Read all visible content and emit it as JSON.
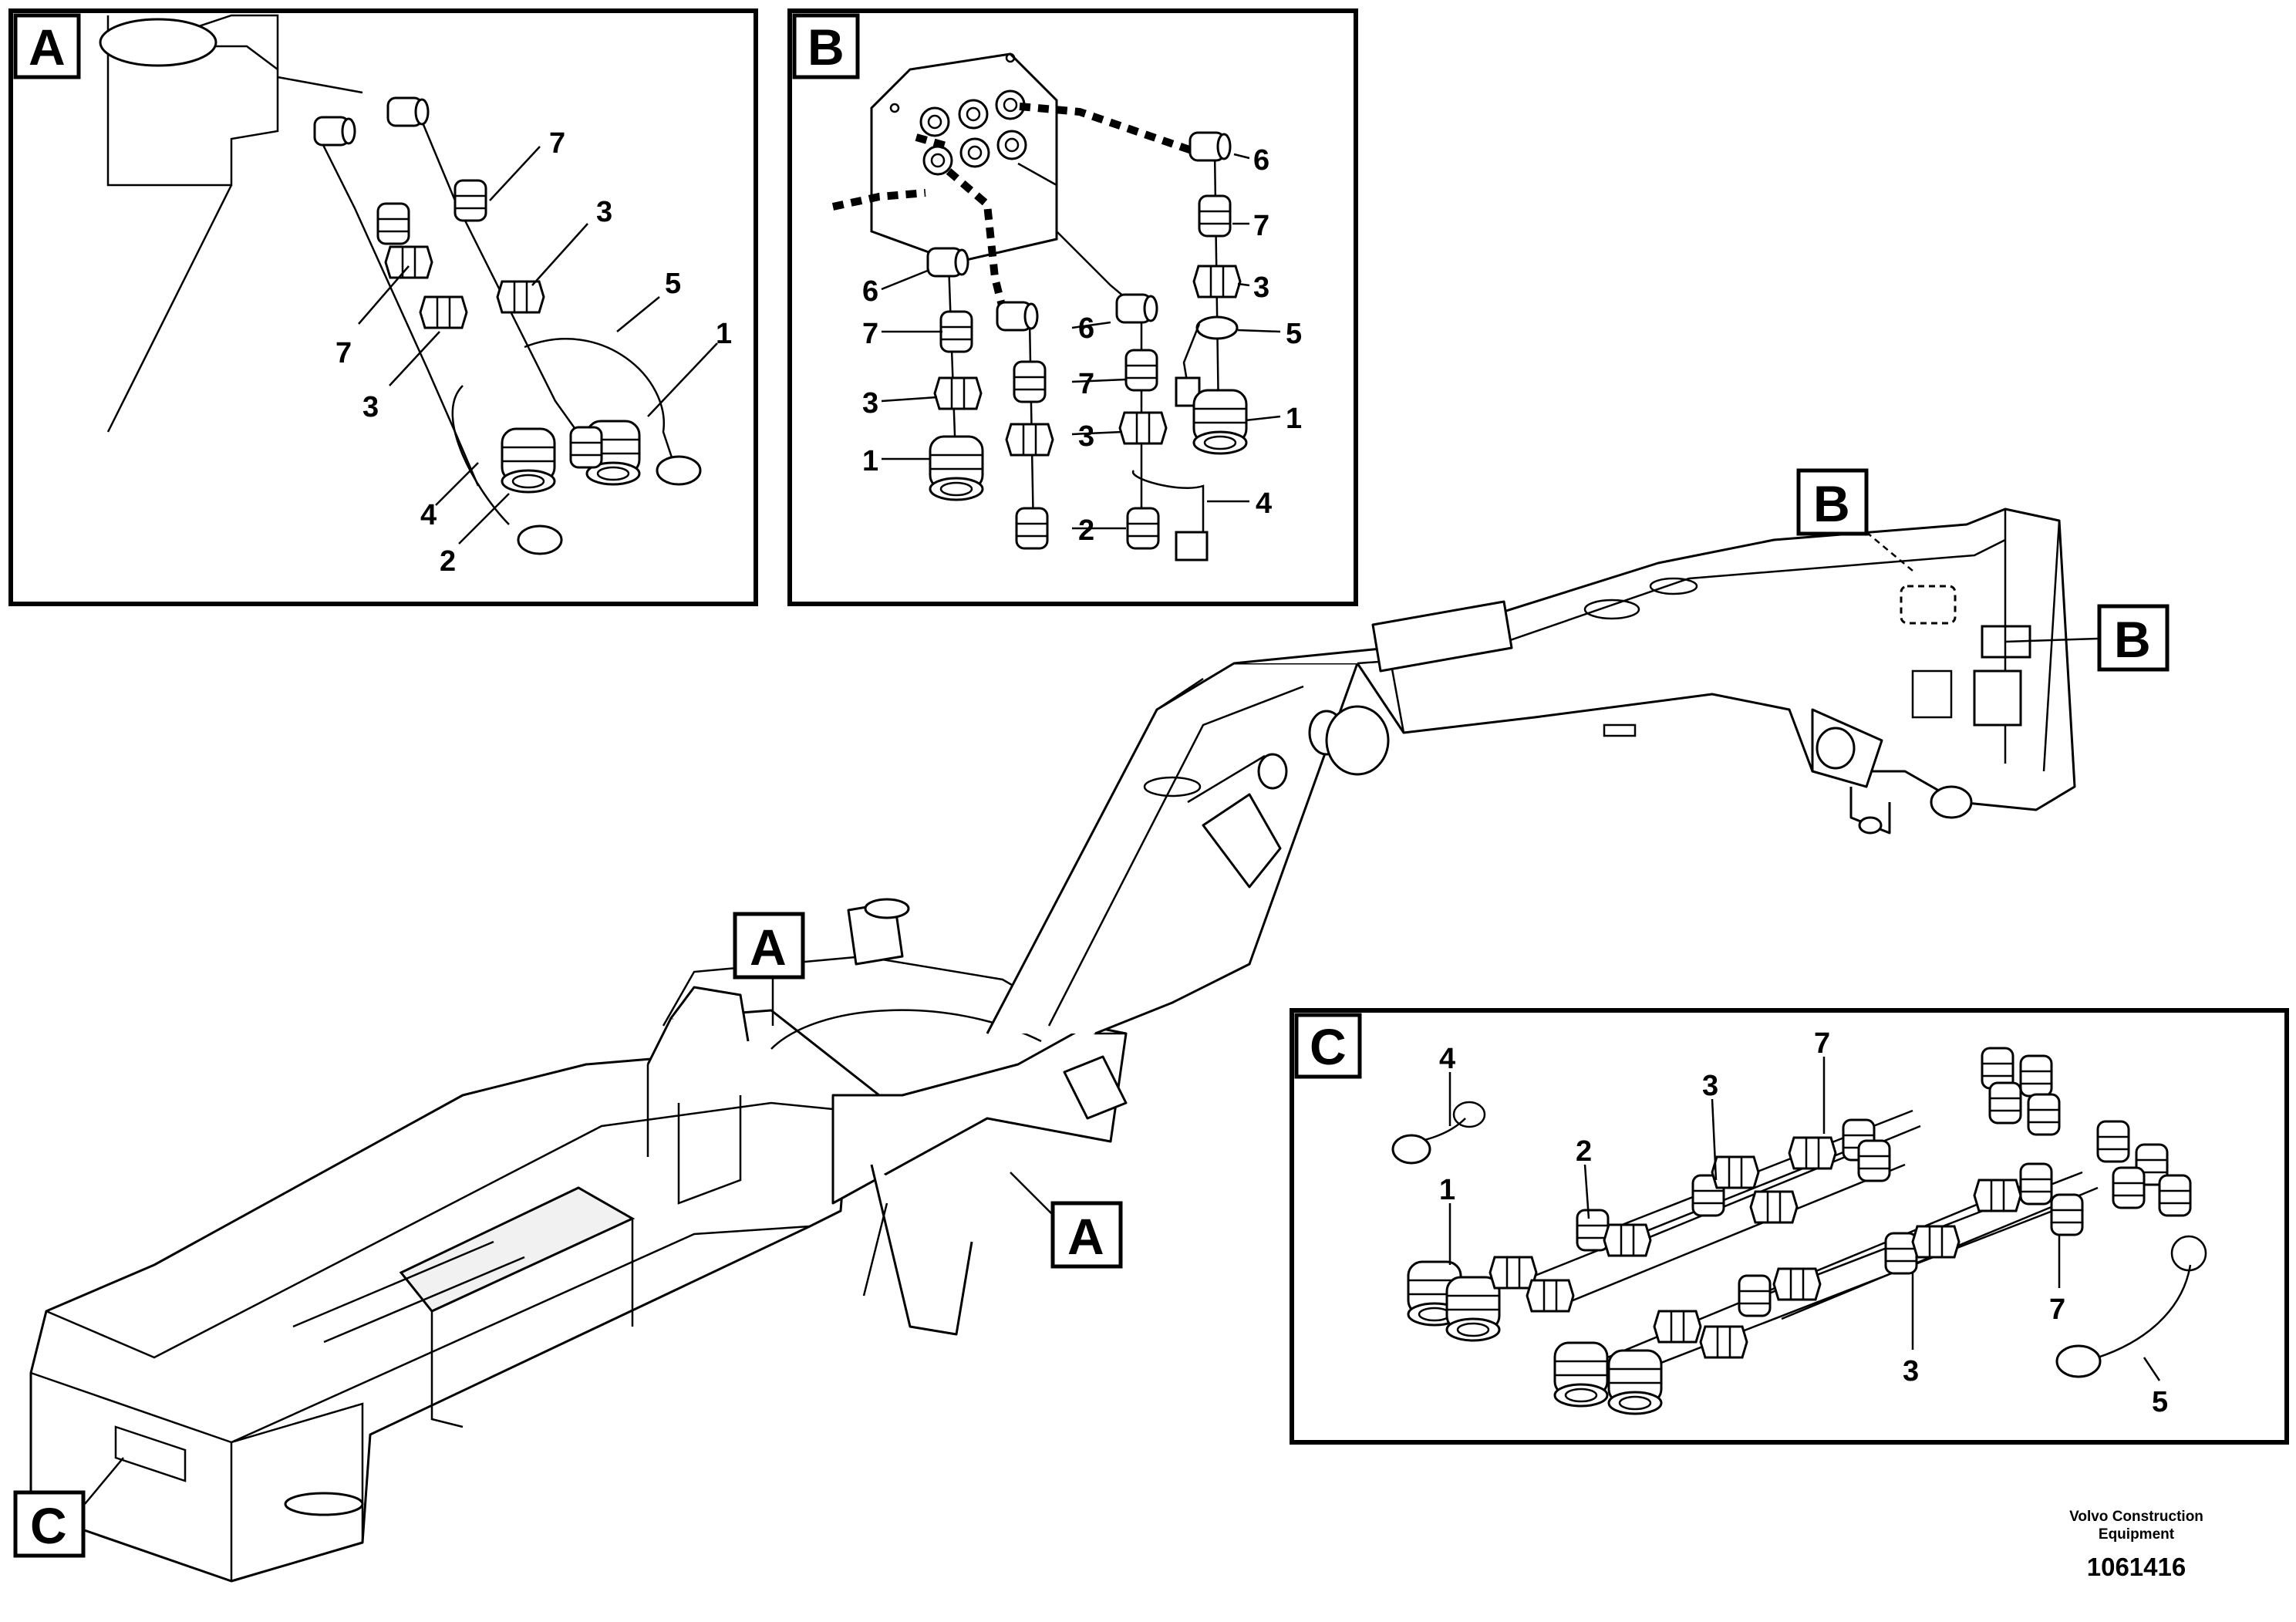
{
  "detail_views": {
    "A": {
      "title": "A",
      "callouts": [
        "7",
        "3",
        "5",
        "1",
        "7",
        "3",
        "4",
        "2"
      ]
    },
    "B": {
      "title": "B",
      "callouts": [
        "6",
        "7",
        "3",
        "5",
        "1",
        "6",
        "7",
        "3",
        "1",
        "6",
        "7",
        "3",
        "2",
        "4"
      ]
    },
    "C": {
      "title": "C",
      "callouts": [
        "4",
        "7",
        "3",
        "2",
        "1",
        "7",
        "3",
        "5"
      ]
    }
  },
  "frame_markers": {
    "a1": "A",
    "a2": "A",
    "b1": "B",
    "b2": "B",
    "c1": "C"
  },
  "footer": {
    "company": "Volvo Construction",
    "company_line2": "Equipment",
    "doc_number": "1061416"
  }
}
